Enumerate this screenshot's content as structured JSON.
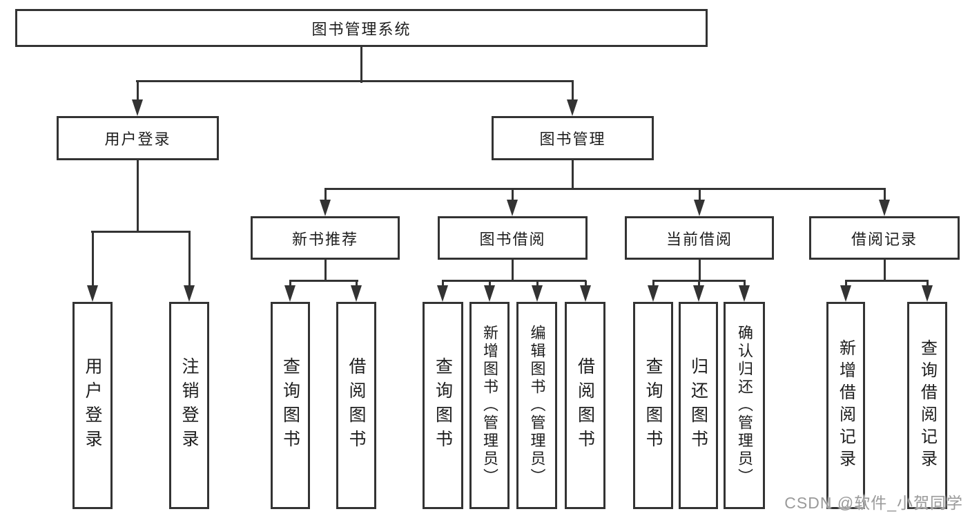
{
  "root": {
    "label": "图书管理系统"
  },
  "user_login": {
    "label": "用户登录",
    "children": [
      {
        "label": "用户登录"
      },
      {
        "label": "注销登录"
      }
    ]
  },
  "book_mgmt": {
    "label": "图书管理",
    "children": [
      {
        "label": "新书推荐",
        "children": [
          {
            "label": "查询图书"
          },
          {
            "label": "借阅图书"
          }
        ]
      },
      {
        "label": "图书借阅",
        "children": [
          {
            "label": "查询图书"
          },
          {
            "label": "新增图书（管理员）"
          },
          {
            "label": "编辑图书（管理员）"
          },
          {
            "label": "借阅图书"
          }
        ]
      },
      {
        "label": "当前借阅",
        "children": [
          {
            "label": "查询图书"
          },
          {
            "label": "归还图书"
          },
          {
            "label": "确认归还（管理员）"
          }
        ]
      },
      {
        "label": "借阅记录",
        "children": [
          {
            "label": "新增借阅记录"
          },
          {
            "label": "查询借阅记录"
          }
        ]
      }
    ]
  },
  "watermark": {
    "text": "CSDN @软件_小贺同学"
  },
  "colors": {
    "line": "#333333",
    "text": "#1d1d1d",
    "watermark": "#9a9a9a",
    "background": "#ffffff"
  }
}
